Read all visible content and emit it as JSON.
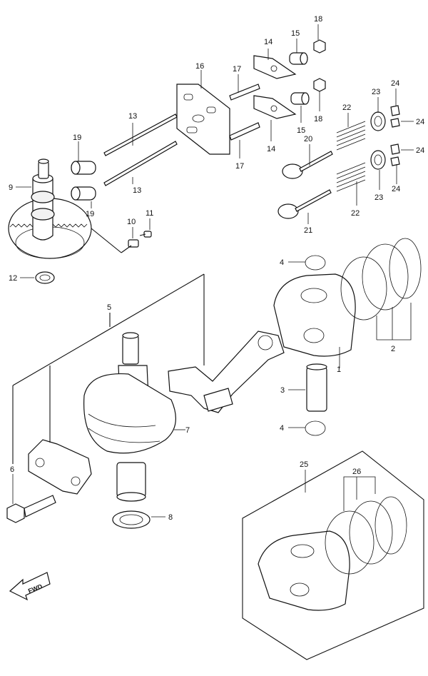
{
  "diagram": {
    "callouts": [
      {
        "id": "c1",
        "text": "1"
      },
      {
        "id": "c2",
        "text": "2"
      },
      {
        "id": "c3",
        "text": "3"
      },
      {
        "id": "c4a",
        "text": "4"
      },
      {
        "id": "c4b",
        "text": "4"
      },
      {
        "id": "c5",
        "text": "5"
      },
      {
        "id": "c6",
        "text": "6"
      },
      {
        "id": "c7",
        "text": "7"
      },
      {
        "id": "c8",
        "text": "8"
      },
      {
        "id": "c9",
        "text": "9"
      },
      {
        "id": "c10",
        "text": "10"
      },
      {
        "id": "c11",
        "text": "11"
      },
      {
        "id": "c12",
        "text": "12"
      },
      {
        "id": "c13a",
        "text": "13"
      },
      {
        "id": "c13b",
        "text": "13"
      },
      {
        "id": "c14a",
        "text": "14"
      },
      {
        "id": "c14b",
        "text": "14"
      },
      {
        "id": "c15a",
        "text": "15"
      },
      {
        "id": "c15b",
        "text": "15"
      },
      {
        "id": "c16",
        "text": "16"
      },
      {
        "id": "c17a",
        "text": "17"
      },
      {
        "id": "c17b",
        "text": "17"
      },
      {
        "id": "c18a",
        "text": "18"
      },
      {
        "id": "c18b",
        "text": "18"
      },
      {
        "id": "c19a",
        "text": "19"
      },
      {
        "id": "c19b",
        "text": "19"
      },
      {
        "id": "c20",
        "text": "20"
      },
      {
        "id": "c21",
        "text": "21"
      },
      {
        "id": "c22a",
        "text": "22"
      },
      {
        "id": "c22b",
        "text": "22"
      },
      {
        "id": "c23a",
        "text": "23"
      },
      {
        "id": "c23b",
        "text": "23"
      },
      {
        "id": "c24a",
        "text": "24"
      },
      {
        "id": "c24b",
        "text": "24"
      },
      {
        "id": "c24c",
        "text": "24"
      },
      {
        "id": "c24d",
        "text": "24"
      },
      {
        "id": "c25",
        "text": "25"
      },
      {
        "id": "c26",
        "text": "26"
      }
    ],
    "fwd_label": "FWD"
  }
}
